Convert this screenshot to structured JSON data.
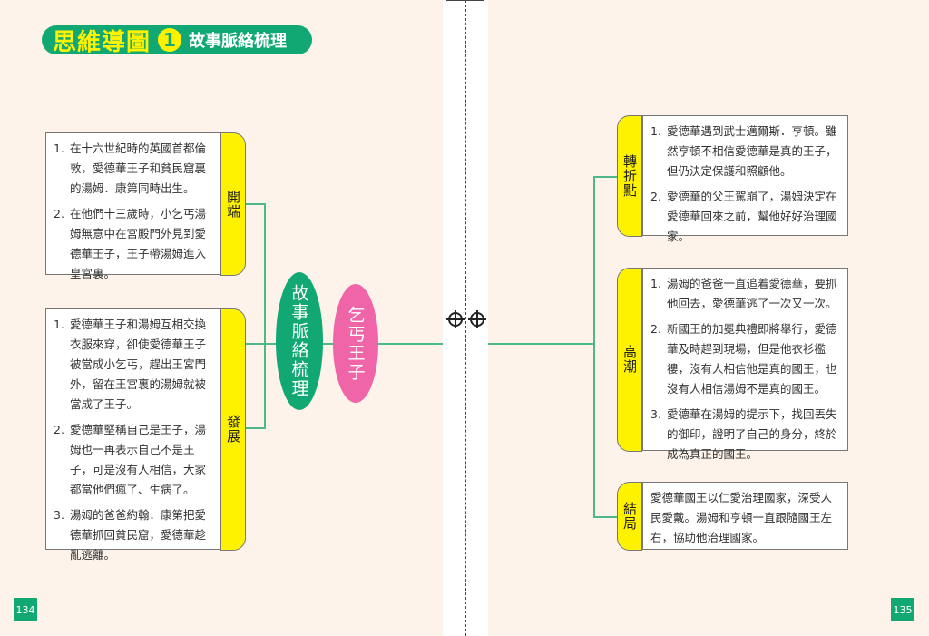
{
  "header": {
    "title": "思維導圖",
    "number": "1",
    "subtitle": "故事脈絡梳理"
  },
  "center": {
    "topic": "故事脈絡梳理",
    "story": "乞丐王子"
  },
  "sections": [
    {
      "label": "開端",
      "items": [
        "在十六世紀時的英國首都倫敦，愛德華王子和貧民窟裏的湯姆．康第同時出生。",
        "在他們十三歲時，小乞丐湯姆無意中在宮殿門外見到愛德華王子，王子帶湯姆進入皇宮裏。"
      ]
    },
    {
      "label": "發展",
      "items": [
        "愛德華王子和湯姆互相交換衣服來穿，卻使愛德華王子被當成小乞丐，趕出王宮門外，留在王宮裏的湯姆就被當成了王子。",
        "愛德華堅稱自己是王子，湯姆也一再表示自己不是王子，可是沒有人相信，大家都當他們瘋了、生病了。",
        "湯姆的爸爸約翰．康第把愛德華抓回貧民窟，愛德華趁亂逃離。"
      ]
    },
    {
      "label": "轉折點",
      "items": [
        "愛德華遇到武士邁爾斯．亨頓。雖然亨頓不相信愛德華是真的王子，但仍決定保護和照顧他。",
        "愛德華的父王駕崩了，湯姆決定在愛德華回來之前，幫他好好治理國家。"
      ]
    },
    {
      "label": "高潮",
      "items": [
        "湯姆的爸爸一直追着愛德華，要抓他回去，愛德華逃了一次又一次。",
        "新國王的加冕典禮即將舉行，愛德華及時趕到現場，但是他衣衫襤褸，沒有人相信他是真的國王，也沒有人相信湯姆不是真的國王。",
        "愛德華在湯姆的提示下，找回丟失的御印，證明了自己的身分，終於成為真正的國王。"
      ]
    },
    {
      "label": "結局",
      "text": "愛德華國王以仁愛治理國家，深受人民愛戴。湯姆和亨頓一直跟隨國王左右，協助他治理國家。"
    }
  ],
  "pages": {
    "left": "134",
    "right": "135"
  },
  "colors": {
    "green": "#12a873",
    "yellow": "#fff200",
    "pink": "#f064a8",
    "bg": "#fdf3ea"
  }
}
